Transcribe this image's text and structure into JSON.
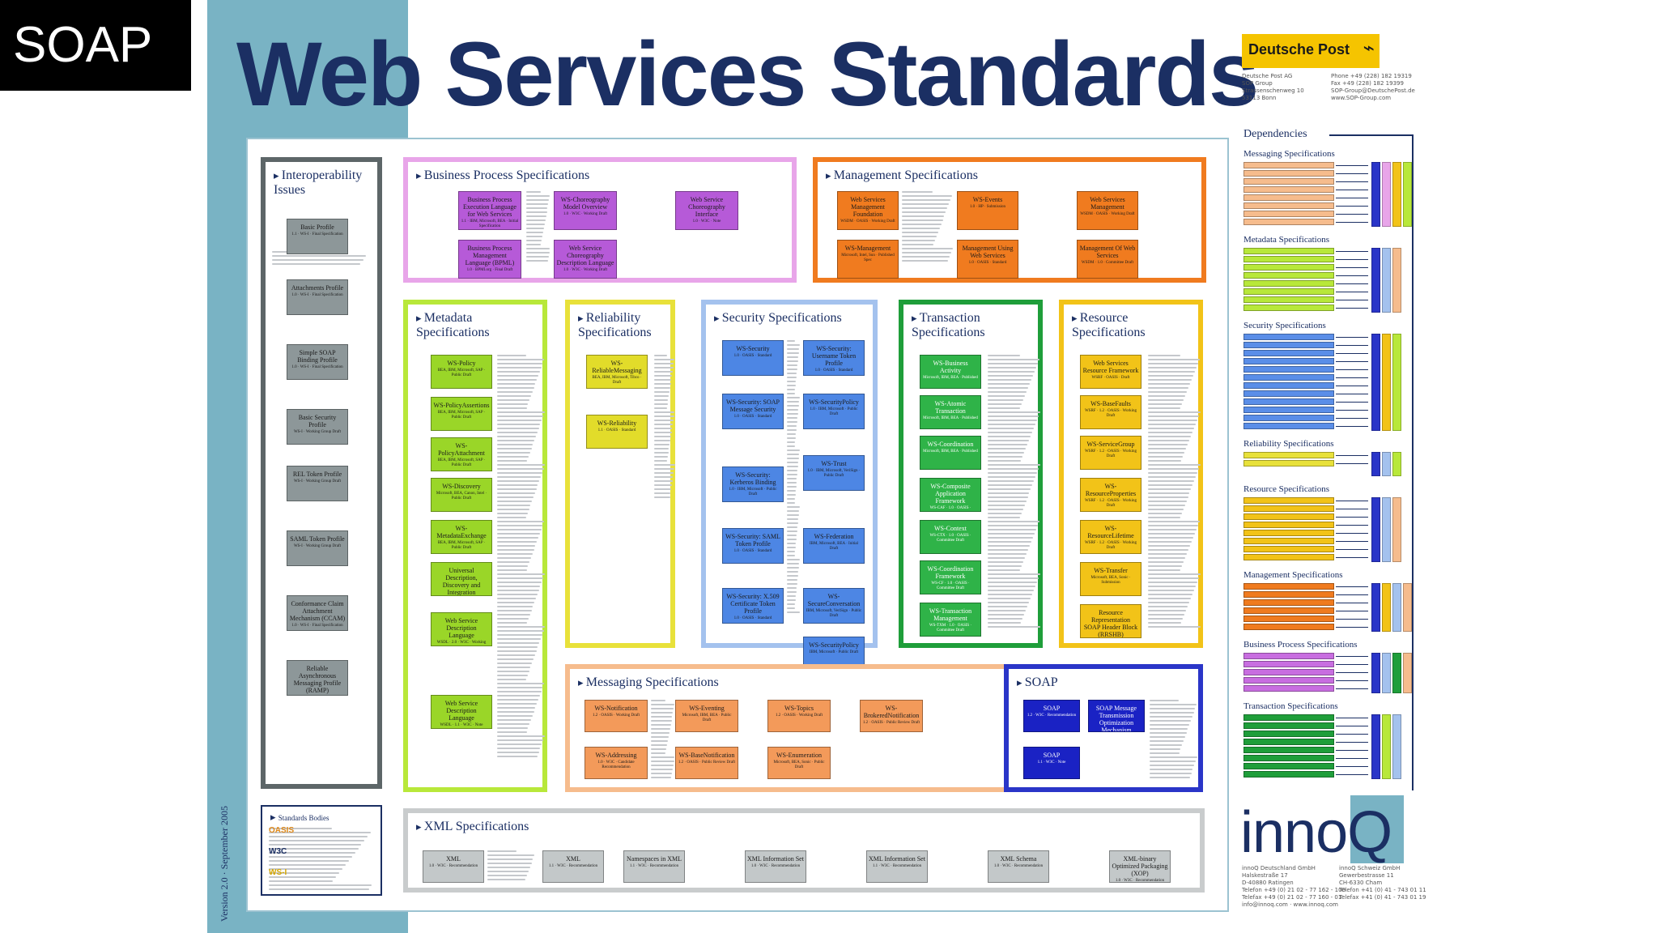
{
  "slide_label": "SOAP",
  "title": "Web Services Standards",
  "version_text": "Version 2.0 · September 2005",
  "deutsche_post": {
    "logo_text": "Deutsche Post",
    "address_left": [
      "Deutsche Post AG",
      "SOP Group",
      "Strassenschenweg 10",
      "53113 Bonn"
    ],
    "address_right": [
      "Phone +49 (228) 182 19319",
      "Fax +49 (228) 182 19399",
      "SOP-Group@DeutschePost.de",
      "www.SOP-Group.com"
    ]
  },
  "innoq": {
    "logo_text": "innoQ",
    "address_left": [
      "innoQ Deutschland GmbH",
      "Halskestraße 17",
      "D-40880 Ratingen",
      "Telefon +49 (0) 21 02 - 77 162 - 100",
      "Telefax +49 (0) 21 02 - 77 160 - 01",
      "info@innoq.com · www.innoq.com"
    ],
    "address_right": [
      "innoQ Schweiz GmbH",
      "Gewerbestrasse 11",
      "CH-6330 Cham",
      "Telefon +41 (0) 41 - 743 01 11",
      "Telefax +41 (0) 41 - 743 01 19"
    ]
  },
  "colors": {
    "band": "#79b3c4",
    "navy": "#1b2f63",
    "interop": "#8d9799",
    "business": "#e8a5e9",
    "management": "#f07b1f",
    "metadata": "#b8e83a",
    "reliability": "#e8e13a",
    "security": "#a4c2ee",
    "transaction": "#1f9e3a",
    "resource": "#f2c318",
    "messaging": "#f6bc8d",
    "soap": "#2a35c8",
    "xml": "#c9cccd"
  },
  "sections": {
    "interop": {
      "title": "Interoperability Issues",
      "cards": [
        {
          "name": "Basic Profile",
          "sub": "1.1 · WS-I · Final Specification"
        },
        {
          "name": "Attachments Profile",
          "sub": "1.0 · WS-I · Final Specification"
        },
        {
          "name": "Simple SOAP Binding Profile",
          "sub": "1.0 · WS-I · Final Specification"
        },
        {
          "name": "Basic Security Profile",
          "sub": "WS-I · Working Group Draft"
        },
        {
          "name": "REL Token Profile",
          "sub": "WS-I · Working Group Draft"
        },
        {
          "name": "SAML Token Profile",
          "sub": "WS-I · Working Group Draft"
        },
        {
          "name": "Conformance Claim Attachment Mechanism (CCAM)",
          "sub": "1.0 · WS-I · Final Specification"
        },
        {
          "name": "Reliable Asynchronous Messaging Profile (RAMP)",
          "sub": "1.0 · IBM, Intel, Sonic · Submission"
        }
      ]
    },
    "business": {
      "title": "Business Process Specifications",
      "cards": [
        {
          "name": "Business Process Execution Language for Web Services",
          "sub": "1.1 · IBM, Microsoft, BEA · Initial Specification"
        },
        {
          "name": "Business Process Management Language (BPML)",
          "sub": "1.0 · BPMI.org · Final Draft"
        },
        {
          "name": "WS-Choreography Model Overview",
          "sub": "1.0 · W3C · Working Draft"
        },
        {
          "name": "Web Service Choreography Description Language",
          "sub": "1.0 · W3C · Working Draft"
        },
        {
          "name": "Web Service Choreography Interface",
          "sub": "1.0 · W3C · Note"
        }
      ]
    },
    "management": {
      "title": "Management Specifications",
      "cards": [
        {
          "name": "Web Services Management Foundation",
          "sub": "WSDM · OASIS · Working Draft"
        },
        {
          "name": "WS-Management",
          "sub": "Microsoft, Intel, Sun · Published Spec"
        },
        {
          "name": "WS-Events",
          "sub": "1.0 · HP · Submission"
        },
        {
          "name": "Management Using Web Services",
          "sub": "1.0 · OASIS · Standard"
        },
        {
          "name": "Web Services Management",
          "sub": "WSDM · OASIS · Working Draft"
        },
        {
          "name": "Management Of Web Services",
          "sub": "WSDM · 1.0 · Committee Draft"
        }
      ]
    },
    "metadata": {
      "title": "Metadata Specifications",
      "cards": [
        {
          "name": "WS-Policy",
          "sub": "BEA, IBM, Microsoft, SAP · Public Draft"
        },
        {
          "name": "WS-PolicyAssertions",
          "sub": "BEA, IBM, Microsoft, SAP · Public Draft"
        },
        {
          "name": "WS-PolicyAttachment",
          "sub": "BEA, IBM, Microsoft, SAP · Public Draft"
        },
        {
          "name": "WS-Discovery",
          "sub": "Microsoft, BEA, Canon, Intel · Public Draft"
        },
        {
          "name": "WS-MetadataExchange",
          "sub": "BEA, IBM, Microsoft, SAP · Public Draft"
        },
        {
          "name": "Universal Description, Discovery and Integration",
          "sub": "UDDI · OASIS · Standard"
        },
        {
          "name": "Web Service Description Language",
          "sub": "WSDL · 2.0 · W3C · Working Draft"
        },
        {
          "name": "Web Service Description Language",
          "sub": "WSDL · 1.1 · W3C · Note"
        }
      ]
    },
    "reliability": {
      "title": "Reliability Specifications",
      "cards": [
        {
          "name": "WS-ReliableMessaging",
          "sub": "BEA, IBM, Microsoft, Tibco · Draft"
        },
        {
          "name": "WS-Reliability",
          "sub": "1.1 · OASIS · Standard"
        }
      ]
    },
    "security": {
      "title": "Security Specifications",
      "cards": [
        {
          "name": "WS-Security",
          "sub": "1.0 · OASIS · Standard"
        },
        {
          "name": "WS-Security: Username Token Profile",
          "sub": "1.0 · OASIS · Standard"
        },
        {
          "name": "WS-Security: SOAP Message Security",
          "sub": "1.0 · OASIS · Standard"
        },
        {
          "name": "WS-SecurityPolicy",
          "sub": "1.0 · IBM, Microsoft · Public Draft"
        },
        {
          "name": "WS-Trust",
          "sub": "1.0 · IBM, Microsoft, VeriSign · Public Draft"
        },
        {
          "name": "WS-Security: Kerberos Binding",
          "sub": "1.0 · IBM, Microsoft · Public Draft"
        },
        {
          "name": "WS-Federation",
          "sub": "IBM, Microsoft, BEA · Initial Draft"
        },
        {
          "name": "WS-Security: SAML Token Profile",
          "sub": "1.0 · OASIS · Standard"
        },
        {
          "name": "WS-SecureConversation",
          "sub": "IBM, Microsoft, VeriSign · Public Draft"
        },
        {
          "name": "WS-Security: X.509 Certificate Token Profile",
          "sub": "1.0 · OASIS · Standard"
        },
        {
          "name": "WS-SecurityPolicy",
          "sub": "IBM, Microsoft · Public Draft"
        }
      ]
    },
    "transaction": {
      "title": "Transaction Specifications",
      "cards": [
        {
          "name": "WS-Business Activity",
          "sub": "Microsoft, IBM, BEA · Published"
        },
        {
          "name": "WS-Atomic Transaction",
          "sub": "Microsoft, IBM, BEA · Published"
        },
        {
          "name": "WS-Coordination",
          "sub": "Microsoft, IBM, BEA · Published"
        },
        {
          "name": "WS-Composite Application Framework",
          "sub": "WS-CAF · 1.0 · OASIS · Committee Draft"
        },
        {
          "name": "WS-Context",
          "sub": "WS-CTX · 1.0 · OASIS · Committee Draft"
        },
        {
          "name": "WS-Coordination Framework",
          "sub": "WS-CF · 1.0 · OASIS · Committee Draft"
        },
        {
          "name": "WS-Transaction Management",
          "sub": "WS-TXM · 1.0 · OASIS · Committee Draft"
        }
      ]
    },
    "resource": {
      "title": "Resource Specifications",
      "cards": [
        {
          "name": "Web Services Resource Framework",
          "sub": "WSRF · OASIS · Draft"
        },
        {
          "name": "WS-BaseFaults",
          "sub": "WSRF · 1.2 · OASIS · Working Draft"
        },
        {
          "name": "WS-ServiceGroup",
          "sub": "WSRF · 1.2 · OASIS · Working Draft"
        },
        {
          "name": "WS-ResourceProperties",
          "sub": "WSRF · 1.2 · OASIS · Working Draft"
        },
        {
          "name": "WS-ResourceLifetime",
          "sub": "WSRF · 1.2 · OASIS · Working Draft"
        },
        {
          "name": "WS-Transfer",
          "sub": "Microsoft, BEA, Sonic · Submission"
        },
        {
          "name": "Resource Representation SOAP Header Block (RRSHB)",
          "sub": "W3C · Recommendation"
        }
      ]
    },
    "messaging": {
      "title": "Messaging Specifications",
      "cards": [
        {
          "name": "WS-Notification",
          "sub": "1.2 · OASIS · Working Draft"
        },
        {
          "name": "WS-Eventing",
          "sub": "Microsoft, IBM, BEA · Public Draft"
        },
        {
          "name": "WS-Topics",
          "sub": "1.2 · OASIS · Working Draft"
        },
        {
          "name": "WS-BrokeredNotification",
          "sub": "1.2 · OASIS · Public Review Draft"
        },
        {
          "name": "WS-Addressing",
          "sub": "1.0 · W3C · Candidate Recommendation"
        },
        {
          "name": "WS-BaseNotification",
          "sub": "1.2 · OASIS · Public Review Draft"
        },
        {
          "name": "WS-Enumeration",
          "sub": "Microsoft, BEA, Sonic · Public Draft"
        }
      ]
    },
    "soap": {
      "title": "SOAP",
      "cards": [
        {
          "name": "SOAP",
          "sub": "1.2 · W3C · Recommendation"
        },
        {
          "name": "SOAP Message Transmission Optimization Mechanism",
          "sub": "1.0 · W3C · Recommendation"
        },
        {
          "name": "SOAP",
          "sub": "1.1 · W3C · Note"
        }
      ]
    },
    "xml": {
      "title": "XML Specifications",
      "cards": [
        {
          "name": "XML",
          "sub": "1.0 · W3C · Recommendation"
        },
        {
          "name": "XML",
          "sub": "1.1 · W3C · Recommendation"
        },
        {
          "name": "Namespaces in XML",
          "sub": "1.1 · W3C · Recommendation"
        },
        {
          "name": "XML Information Set",
          "sub": "1.0 · W3C · Recommendation"
        },
        {
          "name": "XML Information Set",
          "sub": "1.1 · W3C · Recommendation"
        },
        {
          "name": "XML Schema",
          "sub": "1.0 · W3C · Recommendation"
        },
        {
          "name": "XML-binary Optimized Packaging (XOP)",
          "sub": "1.0 · W3C · Recommendation"
        }
      ]
    },
    "standards_bodies": {
      "title": "Standards Bodies",
      "items": [
        "OASIS",
        "W3C",
        "WS-I"
      ]
    }
  },
  "dependencies": {
    "title": "Dependencies",
    "groups": [
      {
        "title": "Messaging Specifications",
        "color": "#f6bc8d",
        "rows": 8,
        "bars": [
          "#2a35c8",
          "#e8a5e9",
          "#f2c318",
          "#b8e83a"
        ]
      },
      {
        "title": "Metadata Specifications",
        "color": "#b8e83a",
        "rows": 8,
        "bars": [
          "#2a35c8",
          "#a4c2ee",
          "#f6bc8d"
        ]
      },
      {
        "title": "Security Specifications",
        "color": "#5a8ee8",
        "rows": 12,
        "bars": [
          "#2a35c8",
          "#f2c318",
          "#b8e83a"
        ]
      },
      {
        "title": "Reliability Specifications",
        "color": "#e8e13a",
        "rows": 2,
        "bars": [
          "#2a35c8",
          "#a4c2ee",
          "#b8e83a"
        ]
      },
      {
        "title": "Resource Specifications",
        "color": "#f2c318",
        "rows": 8,
        "bars": [
          "#2a35c8",
          "#a4c2ee",
          "#f6bc8d"
        ]
      },
      {
        "title": "Management Specifications",
        "color": "#f07b1f",
        "rows": 6,
        "bars": [
          "#2a35c8",
          "#f2c318",
          "#a4c2ee",
          "#f6bc8d"
        ]
      },
      {
        "title": "Business Process Specifications",
        "color": "#c86ee0",
        "rows": 5,
        "bars": [
          "#2a35c8",
          "#a4c2ee",
          "#1f9e3a",
          "#f6bc8d"
        ]
      },
      {
        "title": "Transaction Specifications",
        "color": "#1f9e3a",
        "rows": 8,
        "bars": [
          "#2a35c8",
          "#b8e83a",
          "#a4c2ee"
        ]
      }
    ]
  }
}
